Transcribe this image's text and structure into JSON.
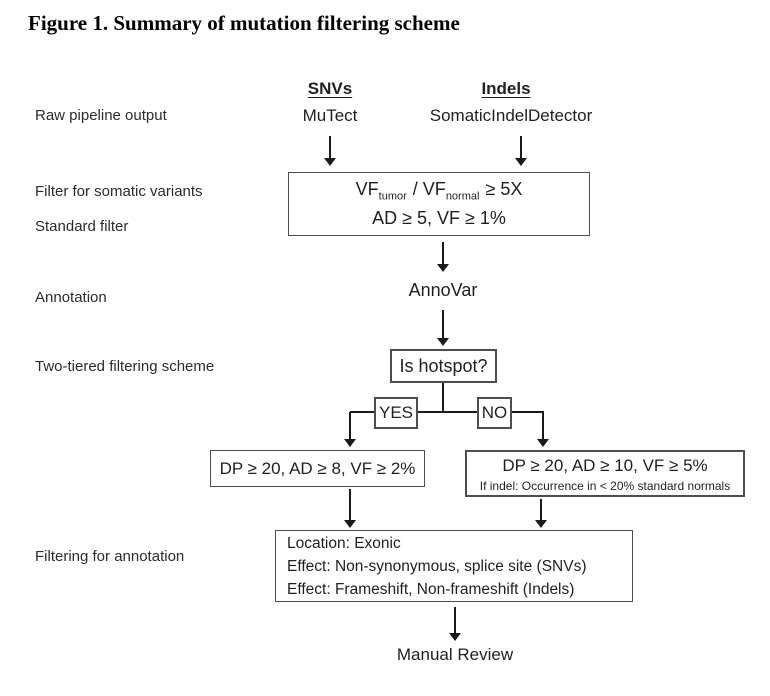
{
  "figure": {
    "title": "Figure 1. Summary of mutation filtering scheme"
  },
  "columns": {
    "snvs": "SNVs",
    "indels": "Indels"
  },
  "row_labels": {
    "raw_pipeline": "Raw pipeline output",
    "somatic_filter": "Filter for somatic variants",
    "standard_filter": "Standard filter",
    "annotation": "Annotation",
    "two_tiered": "Two-tiered filtering scheme",
    "filtering_annotation": "Filtering for annotation"
  },
  "nodes": {
    "mutect": "MuTect",
    "somatic_indel_detector": "SomaticIndelDetector",
    "annovar": "AnnoVar",
    "manual_review": "Manual Review"
  },
  "somatic_filter_box": {
    "formula": {
      "vf1": "VF",
      "sub1": "tumor",
      "op": "/ VF",
      "sub2": "normal",
      "tail": "≥ 5X"
    },
    "standard_line": "AD ≥ 5, VF ≥ 1%"
  },
  "hotspot": {
    "question": "Is hotspot?",
    "yes": "YES",
    "no": "NO"
  },
  "criteria": {
    "hotspot_branch": "DP ≥ 20, AD ≥ 8, VF ≥ 2%",
    "non_hotspot_branch": "DP ≥ 20, AD ≥ 10, VF ≥ 5%",
    "non_hotspot_note": "If indel: Occurrence in < 20% standard normals"
  },
  "annotation_filter_box": {
    "line1": "Location: Exonic",
    "line2": "Effect: Non-synonymous, splice site (SNVs)",
    "line3": "Effect: Frameshift, Non-frameshift (Indels)"
  },
  "colors": {
    "text": "#1f1f1f",
    "border": "#4d4d4d",
    "arrow": "#1a1a1a",
    "background": "#ffffff"
  }
}
